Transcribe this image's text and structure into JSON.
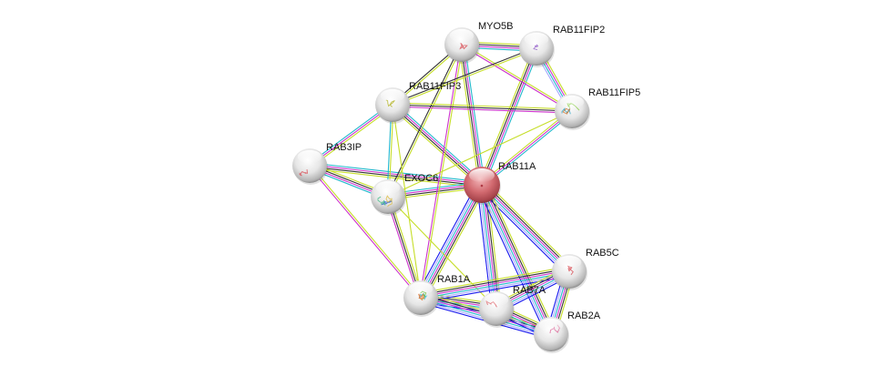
{
  "network": {
    "center_node": "RAB11A",
    "nodes": [
      {
        "id": "MYO5B",
        "label": "MYO5B",
        "query": false,
        "structure_colors": [
          "#d9535a"
        ]
      },
      {
        "id": "RAB11FIP2",
        "label": "RAB11FIP2",
        "query": false,
        "structure_colors": [
          "#9966cc"
        ]
      },
      {
        "id": "RAB11FIP3",
        "label": "RAB11FIP3",
        "query": false,
        "structure_colors": [
          "#b5b52a"
        ]
      },
      {
        "id": "RAB11FIP5",
        "label": "RAB11FIP5",
        "query": false,
        "structure_colors": [
          "#33aacc",
          "#88cc44",
          "#cc7733"
        ]
      },
      {
        "id": "RAB3IP",
        "label": "RAB3IP",
        "query": false,
        "structure_colors": [
          "#d9535a"
        ]
      },
      {
        "id": "EXOC6",
        "label": "EXOC6",
        "query": false,
        "structure_colors": [
          "#3366cc",
          "#44bb88",
          "#ddbb44"
        ]
      },
      {
        "id": "RAB11A",
        "label": "RAB11A",
        "query": true,
        "structure_colors": [
          "#c04050"
        ]
      },
      {
        "id": "RAB5C",
        "label": "RAB5C",
        "query": false,
        "structure_colors": [
          "#d9535a"
        ]
      },
      {
        "id": "RAB1A",
        "label": "RAB1A",
        "query": false,
        "structure_colors": [
          "#33bbcc",
          "#66bb33",
          "#ee7733"
        ]
      },
      {
        "id": "RAB7A",
        "label": "RAB7A",
        "query": false,
        "structure_colors": [
          "#d9535a"
        ]
      },
      {
        "id": "RAB2A",
        "label": "RAB2A",
        "query": false,
        "structure_colors": [
          "#dd6699"
        ]
      }
    ],
    "edge_colors": {
      "textmining": "#c6de2a",
      "coexpression": "#333333",
      "experiments": "#cc33cc",
      "databases": "#22b8cc",
      "homology": "#aaaaff",
      "cooccurrence": "#1818ee"
    },
    "node_colors": {
      "default": "#eeeeee",
      "query": "#d26a70"
    },
    "edges": [
      {
        "source": "RAB11A",
        "target": "MYO5B",
        "evidence": [
          "textmining",
          "coexpression",
          "experiments",
          "databases"
        ]
      },
      {
        "source": "RAB11A",
        "target": "RAB11FIP2",
        "evidence": [
          "textmining",
          "coexpression",
          "experiments",
          "databases"
        ]
      },
      {
        "source": "RAB11A",
        "target": "RAB11FIP3",
        "evidence": [
          "textmining",
          "coexpression",
          "experiments",
          "databases"
        ]
      },
      {
        "source": "RAB11A",
        "target": "RAB11FIP5",
        "evidence": [
          "textmining",
          "experiments",
          "databases"
        ]
      },
      {
        "source": "RAB11A",
        "target": "RAB3IP",
        "evidence": [
          "textmining",
          "coexpression",
          "experiments",
          "databases"
        ]
      },
      {
        "source": "RAB11A",
        "target": "EXOC6",
        "evidence": [
          "textmining",
          "coexpression",
          "experiments",
          "databases"
        ]
      },
      {
        "source": "RAB11A",
        "target": "RAB5C",
        "evidence": [
          "textmining",
          "coexpression",
          "experiments",
          "databases",
          "homology",
          "cooccurrence"
        ]
      },
      {
        "source": "RAB11A",
        "target": "RAB1A",
        "evidence": [
          "textmining",
          "coexpression",
          "experiments",
          "databases",
          "homology",
          "cooccurrence"
        ]
      },
      {
        "source": "RAB11A",
        "target": "RAB7A",
        "evidence": [
          "textmining",
          "coexpression",
          "experiments",
          "databases",
          "homology",
          "cooccurrence"
        ]
      },
      {
        "source": "RAB11A",
        "target": "RAB2A",
        "evidence": [
          "textmining",
          "coexpression",
          "experiments",
          "databases",
          "homology",
          "cooccurrence"
        ]
      },
      {
        "source": "MYO5B",
        "target": "RAB11FIP2",
        "evidence": [
          "textmining",
          "coexpression",
          "experiments",
          "databases"
        ]
      },
      {
        "source": "MYO5B",
        "target": "RAB11FIP3",
        "evidence": [
          "textmining",
          "coexpression"
        ]
      },
      {
        "source": "MYO5B",
        "target": "RAB11FIP5",
        "evidence": [
          "textmining",
          "experiments"
        ]
      },
      {
        "source": "MYO5B",
        "target": "EXOC6",
        "evidence": [
          "textmining",
          "coexpression"
        ]
      },
      {
        "source": "MYO5B",
        "target": "RAB1A",
        "evidence": [
          "textmining",
          "experiments"
        ]
      },
      {
        "source": "RAB11FIP2",
        "target": "RAB11FIP3",
        "evidence": [
          "textmining",
          "coexpression"
        ]
      },
      {
        "source": "RAB11FIP2",
        "target": "RAB11FIP5",
        "evidence": [
          "textmining",
          "experiments",
          "databases",
          "homology"
        ]
      },
      {
        "source": "RAB11FIP3",
        "target": "RAB11FIP5",
        "evidence": [
          "textmining",
          "coexpression",
          "experiments"
        ]
      },
      {
        "source": "RAB11FIP3",
        "target": "RAB3IP",
        "evidence": [
          "textmining",
          "experiments",
          "databases"
        ]
      },
      {
        "source": "RAB11FIP3",
        "target": "EXOC6",
        "evidence": [
          "textmining",
          "databases"
        ]
      },
      {
        "source": "RAB11FIP3",
        "target": "RAB1A",
        "evidence": [
          "textmining"
        ]
      },
      {
        "source": "RAB11FIP5",
        "target": "EXOC6",
        "evidence": [
          "textmining"
        ]
      },
      {
        "source": "RAB3IP",
        "target": "EXOC6",
        "evidence": [
          "textmining",
          "coexpression",
          "experiments",
          "databases"
        ]
      },
      {
        "source": "RAB3IP",
        "target": "RAB1A",
        "evidence": [
          "textmining",
          "experiments"
        ]
      },
      {
        "source": "EXOC6",
        "target": "RAB1A",
        "evidence": [
          "textmining",
          "coexpression",
          "experiments"
        ]
      },
      {
        "source": "EXOC6",
        "target": "RAB7A",
        "evidence": [
          "textmining"
        ]
      },
      {
        "source": "RAB1A",
        "target": "RAB7A",
        "evidence": [
          "textmining",
          "coexpression",
          "experiments",
          "databases",
          "homology",
          "cooccurrence"
        ]
      },
      {
        "source": "RAB1A",
        "target": "RAB5C",
        "evidence": [
          "textmining",
          "coexpression",
          "experiments",
          "databases",
          "homology",
          "cooccurrence"
        ]
      },
      {
        "source": "RAB1A",
        "target": "RAB2A",
        "evidence": [
          "textmining",
          "coexpression",
          "experiments",
          "databases",
          "homology",
          "cooccurrence"
        ]
      },
      {
        "source": "RAB7A",
        "target": "RAB5C",
        "evidence": [
          "textmining",
          "coexpression",
          "experiments",
          "databases",
          "homology",
          "cooccurrence"
        ]
      },
      {
        "source": "RAB7A",
        "target": "RAB2A",
        "evidence": [
          "textmining",
          "coexpression",
          "experiments",
          "databases",
          "homology",
          "cooccurrence"
        ]
      },
      {
        "source": "RAB5C",
        "target": "RAB2A",
        "evidence": [
          "textmining",
          "coexpression",
          "experiments",
          "databases",
          "homology",
          "cooccurrence"
        ]
      }
    ]
  }
}
